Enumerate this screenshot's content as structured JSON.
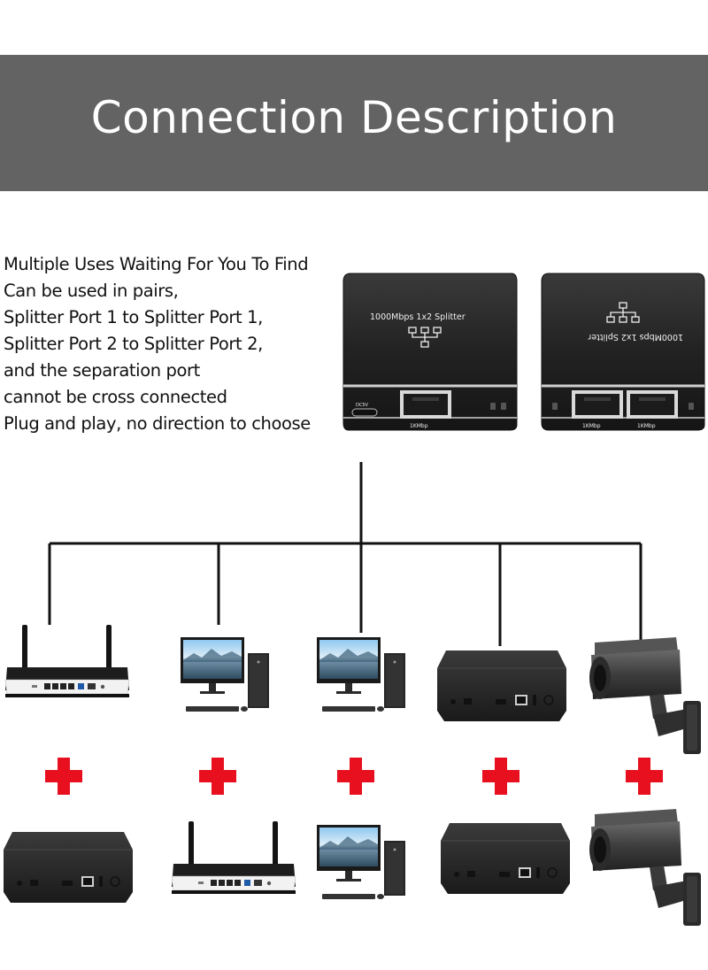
{
  "banner": {
    "title": "Connection Description"
  },
  "description": {
    "lines": [
      "Multiple Uses Waiting For You To Find",
      "Can be used in pairs,",
      "Splitter Port 1 to Splitter Port 1,",
      "Splitter Port 2 to Splitter Port 2,",
      "and the separation port",
      "cannot be cross connected",
      "Plug and play, no direction to choose"
    ]
  },
  "devices": {
    "single_unit": {
      "label": "1000Mbps 1x2 Splitter",
      "power_label": "DC5V",
      "port_label": "1KMbp"
    },
    "dual_unit": {
      "label": "1000Mbps 1x2 Splitter",
      "port1_label": "1KMbp",
      "port2_label": "1KMbp"
    }
  },
  "colors": {
    "banner": "#636363",
    "plus": "#e8101e",
    "line": "#111111",
    "device": "#2a2a2a"
  },
  "pairs": [
    {
      "top": "router-icon",
      "bottom": "network-box-icon"
    },
    {
      "top": "desktop-pc-icon",
      "bottom": "router-icon"
    },
    {
      "top": "desktop-pc-icon",
      "bottom": "desktop-pc-icon"
    },
    {
      "top": "network-box-icon",
      "bottom": "network-box-icon"
    },
    {
      "top": "security-camera-icon",
      "bottom": "security-camera-icon"
    }
  ]
}
